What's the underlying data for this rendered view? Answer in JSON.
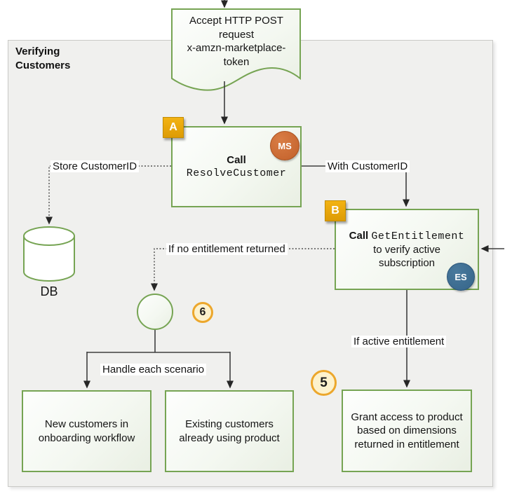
{
  "panel": {
    "title": "Verifying Customers"
  },
  "nodes": {
    "accept_post": {
      "text": "Accept HTTP POST\nrequest\nx-amzn-marketplace-\ntoken"
    },
    "resolve_customer": {
      "step": "A",
      "call_word": "Call",
      "api": "ResolveCustomer",
      "service_badge": "MS"
    },
    "get_entitlement": {
      "step": "B",
      "call_word": "Call",
      "api": "GetEntitlement",
      "suffix": "to verify active subscription",
      "service_badge": "ES"
    },
    "db": {
      "label": "DB"
    },
    "new_customers": {
      "text": "New customers in onboarding workflow"
    },
    "existing_customers": {
      "text": "Existing customers already using product"
    },
    "grant_access": {
      "text": "Grant access to product based on dimensions returned in entitlement"
    }
  },
  "edges": {
    "store_customer_id": {
      "label": "Store CustomerID"
    },
    "with_customer_id": {
      "label": "With CustomerID"
    },
    "no_entitlement": {
      "label": "If no entitlement returned"
    },
    "active_entitlement": {
      "label": "If active entitlement"
    },
    "handle_scenario": {
      "label": "Handle each scenario"
    }
  },
  "step_markers": {
    "five": "5",
    "six": "6"
  },
  "colors": {
    "node_border": "#76a453",
    "panel_bg": "#f0f0ee",
    "badge_gold": "#e4a40c",
    "ms_badge": "#c2602a",
    "es_badge": "#35658a",
    "marker_ring": "#eca72c",
    "marker_fill": "#fdf2cd",
    "arrow": "#3f3f3f"
  }
}
